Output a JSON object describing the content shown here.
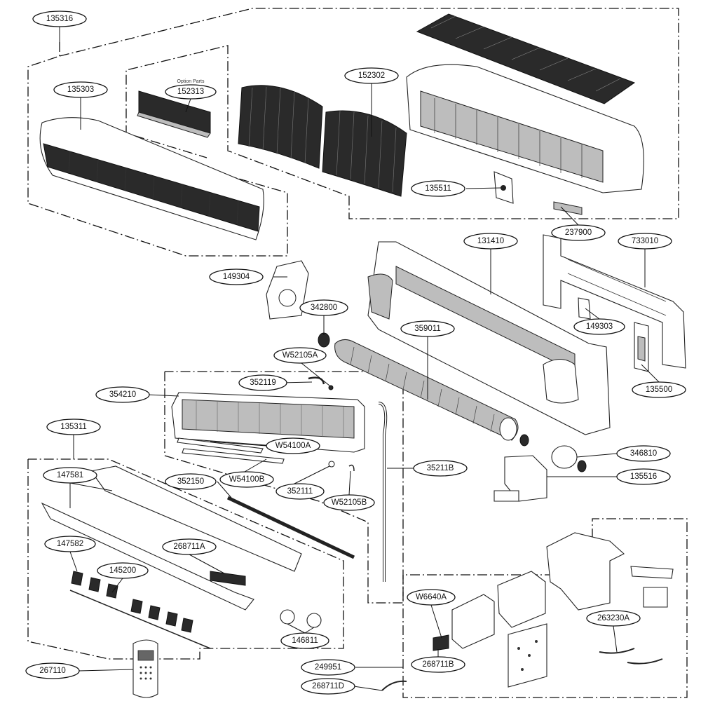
{
  "labels": {
    "l135316": "135316",
    "l135303": "135303",
    "l152313": "152313",
    "l152302": "152302",
    "l135511": "135511",
    "l237900": "237900",
    "l131410": "131410",
    "l733010": "733010",
    "l149304": "149304",
    "l342800": "342800",
    "l149303": "149303",
    "l359011": "359011",
    "l135500": "135500",
    "lW52105A": "W52105A",
    "l352119": "352119",
    "l354210": "354210",
    "lW54100A": "W54100A",
    "l135311": "135311",
    "l35211B": "35211B",
    "l346810": "346810",
    "l147581": "147581",
    "l352150": "352150",
    "lW54100B": "W54100B",
    "l352111": "352111",
    "l135516": "135516",
    "lW52105B": "W52105B",
    "l268711A": "268711A",
    "l147582": "147582",
    "l145200": "145200",
    "lW6640A": "W6640A",
    "l263230A": "263230A",
    "l146811": "146811",
    "l249951": "249951",
    "l268711B": "268711B",
    "l267110": "267110",
    "l268711D": "268711D"
  },
  "option_parts_note": "Option Parts"
}
